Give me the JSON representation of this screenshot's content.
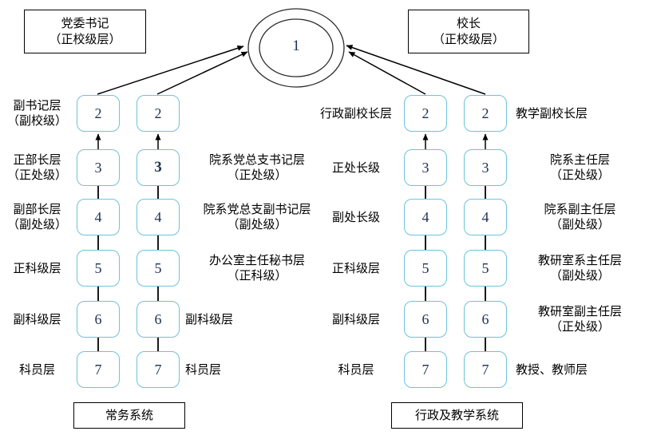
{
  "title_boxes": {
    "top_left": {
      "line1": "党委书记",
      "line2": "（正校级层）"
    },
    "top_right": {
      "line1": "校长",
      "line2": "（正校级层）"
    }
  },
  "root_node": {
    "value": "1"
  },
  "bottom_boxes": {
    "left": "常务系统",
    "right": "行政及教学系统"
  },
  "left_group": {
    "rows": [
      {
        "left1": "副书记层",
        "left2": "（副校级）",
        "v1": "2",
        "v2": "2",
        "right1": "",
        "right2": ""
      },
      {
        "left1": "正部长层",
        "left2": "（正处级）",
        "v1": "3",
        "v2": "3",
        "right1": "院系党总支书记层",
        "right2": "（正处级）"
      },
      {
        "left1": "副部长层",
        "left2": "（副处级）",
        "v1": "4",
        "v2": "4",
        "right1": "院系党总支副书记层",
        "right2": "（副处级）"
      },
      {
        "left1": "正科级层",
        "left2": "",
        "v1": "5",
        "v2": "5",
        "right1": "办公室主任秘书层",
        "right2": "（正科级）"
      },
      {
        "left1": "副科级层",
        "left2": "",
        "v1": "6",
        "v2": "6",
        "right1": "副科级层",
        "right2": ""
      },
      {
        "left1": "科员层",
        "left2": "",
        "v1": "7",
        "v2": "7",
        "right1": "科员层",
        "right2": ""
      }
    ]
  },
  "right_group": {
    "rows": [
      {
        "left1": "行政副校长层",
        "left2": "",
        "v1": "2",
        "v2": "2",
        "right1": "教学副校长层",
        "right2": ""
      },
      {
        "left1": "正处长级",
        "left2": "",
        "v1": "3",
        "v2": "3",
        "right1": "院系主任层",
        "right2": "（正处级）"
      },
      {
        "left1": "副处长级",
        "left2": "",
        "v1": "4",
        "v2": "4",
        "right1": "院系副主任层",
        "right2": "（副处级）"
      },
      {
        "left1": "正科级层",
        "left2": "",
        "v1": "5",
        "v2": "5",
        "right1": "教研室系主任层",
        "right2": "（副处级）"
      },
      {
        "left1": "副科级层",
        "left2": "",
        "v1": "6",
        "v2": "6",
        "right1": "教研室副主任层",
        "right2": "（正处级）"
      },
      {
        "left1": "科员层",
        "left2": "",
        "v1": "7",
        "v2": "7",
        "right1": "教授、教师层",
        "right2": ""
      }
    ]
  },
  "colors": {
    "level_box_border": "#6fc2da",
    "number_text": "#1f3250",
    "line": "#000000"
  }
}
